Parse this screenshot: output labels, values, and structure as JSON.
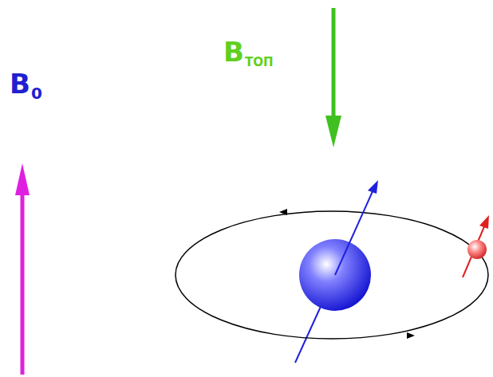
{
  "diagram": {
    "labels": [
      "B",
      "0",
      "B",
      "ТОП"
    ]
  }
}
